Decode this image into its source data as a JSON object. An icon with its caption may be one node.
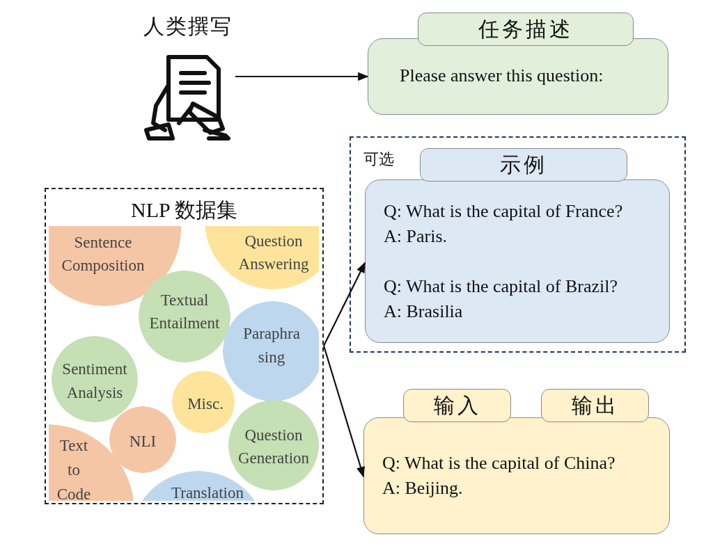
{
  "diagram": {
    "nodes": [
      {
        "text": [
          "人类撰写"
        ]
      },
      {
        "text": [
          "任务描述",
          "Please answer this question:"
        ]
      },
      {
        "text": [
          "可选"
        ]
      },
      {
        "text": [
          "示例",
          "Q: What is the capital of France?",
          "A: Paris.",
          "Q: What is the capital of Brazil?",
          "A: Brasilia"
        ],
        "in": 2
      },
      {
        "text": [
          "NLP 数据集"
        ]
      },
      {
        "text": [
          "Sentence Composition"
        ],
        "in": 4
      },
      {
        "text": [
          "Question Answering"
        ],
        "in": 4
      },
      {
        "text": [
          "Textual Entailment"
        ],
        "in": 4
      },
      {
        "text": [
          "Paraphra sing"
        ],
        "in": 4
      },
      {
        "text": [
          "Sentiment Analysis"
        ],
        "in": 4
      },
      {
        "text": [
          "Misc."
        ],
        "in": 4
      },
      {
        "text": [
          "NLI"
        ],
        "in": 4
      },
      {
        "text": [
          "Question Generation"
        ],
        "in": 4
      },
      {
        "text": [
          "Text to Code"
        ],
        "in": 4
      },
      {
        "text": [
          "Translation"
        ],
        "in": 4
      },
      {
        "text": [
          "输入",
          "输出",
          "Q: What is the capital of China?",
          "A: Beijing."
        ]
      }
    ],
    "edges": [
      {
        "from": 0,
        "to": 1,
        "arrow": "to"
      },
      {
        "from": 4,
        "to": 3,
        "arrow": "to"
      },
      {
        "from": 4,
        "to": 15,
        "arrow": "to"
      }
    ]
  }
}
